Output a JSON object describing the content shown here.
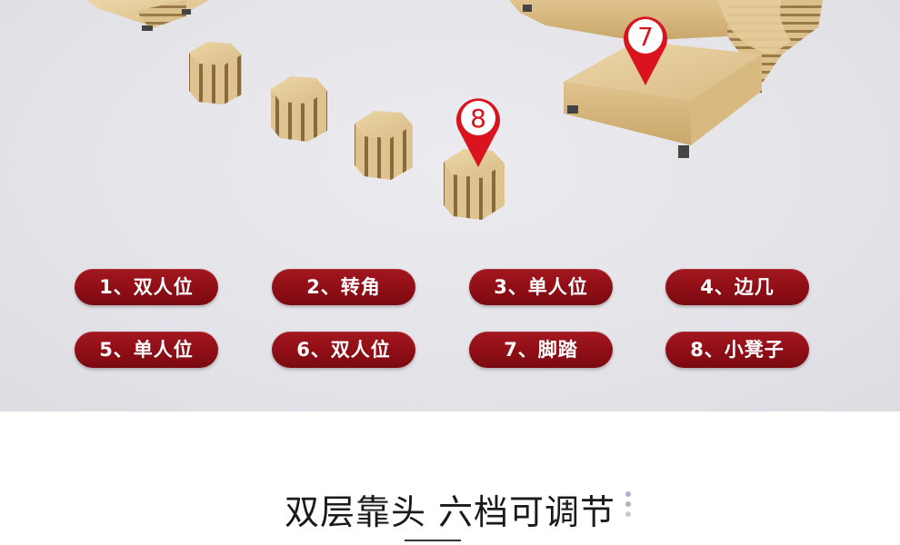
{
  "markers": {
    "seven": "7",
    "eight": "8"
  },
  "labels": [
    "1、双人位",
    "2、转角",
    "3、单人位",
    "4、边几",
    "5、单人位",
    "6、双人位",
    "7、脚踏",
    "8、小凳子"
  ],
  "caption": {
    "text": "双层靠头 六档可调节"
  },
  "colors": {
    "pill": "#8f0e16",
    "marker": "#d9141e",
    "wood": "#e2c693",
    "background": "#e4e4e9"
  }
}
